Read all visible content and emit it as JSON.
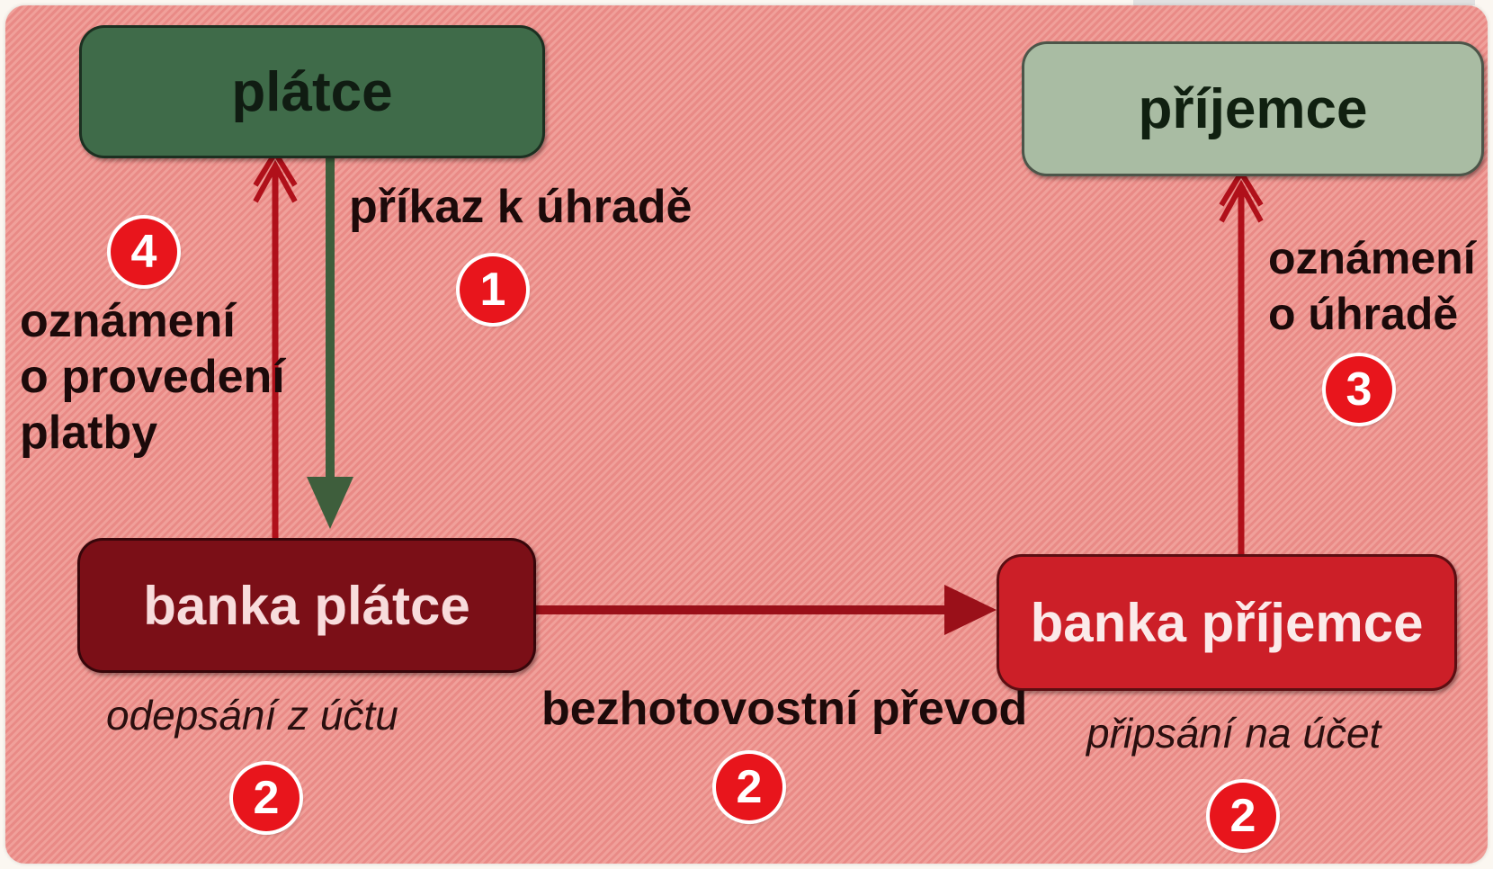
{
  "nodes": {
    "payer": "plátce",
    "recipient": "příjemce",
    "payer_bank": "banka plátce",
    "recipient_bank": "banka příjemce"
  },
  "labels": {
    "payment_order": "příkaz k úhradě",
    "payer_notice_line1": "oznámení",
    "payer_notice_line2": "o provedení",
    "payer_notice_line3": "platby",
    "recipient_notice_line1": "oznámení",
    "recipient_notice_line2": "o úhradě",
    "transfer": "bezhotovostní převod",
    "debit": "odepsání z účtu",
    "credit": "připsání na účet"
  },
  "steps": {
    "payment_order": "1",
    "debit": "2",
    "transfer": "2",
    "credit": "2",
    "recipient_notice": "3",
    "payer_notice": "4"
  },
  "colors": {
    "payer_box": "#3f6b49",
    "recipient_box": "#a9bca3",
    "payer_bank_box": "#7b0f17",
    "recipient_bank_box": "#cc1f28",
    "badge": "#e8151c",
    "arrow_green": "#3e5e3c",
    "arrow_red": "#b0101a"
  }
}
